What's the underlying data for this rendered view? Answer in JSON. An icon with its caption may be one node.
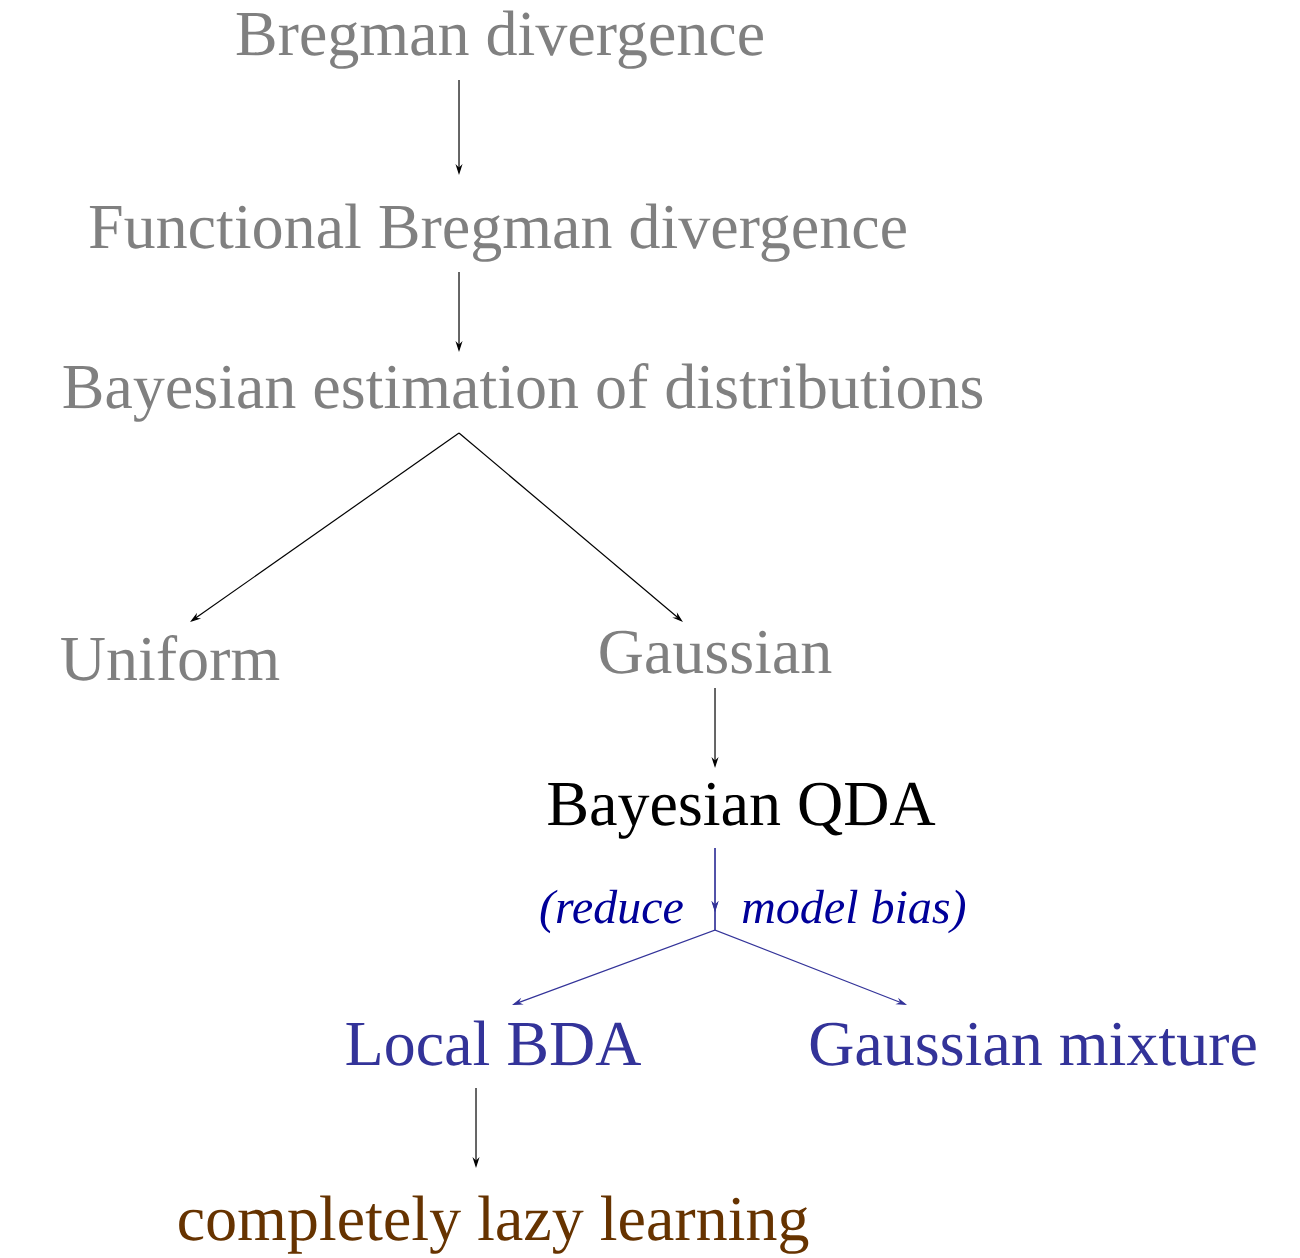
{
  "diagram": {
    "nodes": [
      {
        "text": [
          "Bregman divergence"
        ]
      },
      {
        "text": [
          "Functional Bregman divergence"
        ]
      },
      {
        "text": [
          "Bayesian estimation of distributions"
        ]
      },
      {
        "text": [
          "Uniform"
        ]
      },
      {
        "text": [
          "Gaussian"
        ]
      },
      {
        "text": [
          "Bayesian QDA"
        ]
      },
      {
        "text": [
          "Local BDA"
        ]
      },
      {
        "text": [
          "Gaussian mixture"
        ]
      },
      {
        "text": [
          "completely lazy learning"
        ]
      }
    ],
    "edges": [
      {
        "from": 0,
        "to": 1,
        "arrow": "to"
      },
      {
        "from": 1,
        "to": 2,
        "arrow": "to"
      },
      {
        "from": 2,
        "to": 3,
        "arrow": "to"
      },
      {
        "from": 2,
        "to": 4,
        "arrow": "to"
      },
      {
        "from": 4,
        "to": 5,
        "arrow": "to"
      },
      {
        "from": 5,
        "to": 6,
        "arrow": "to",
        "color": "#333399"
      },
      {
        "from": 5,
        "to": 7,
        "arrow": "to",
        "color": "#333399"
      },
      {
        "from": 6,
        "to": 8,
        "arrow": "to"
      }
    ],
    "labels": [
      "(reduce",
      "model bias)"
    ]
  }
}
